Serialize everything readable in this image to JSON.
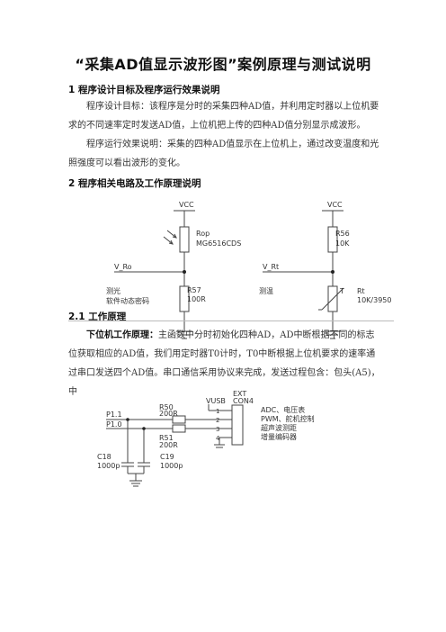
{
  "title": "“采集AD值显示波形图”案例原理与测试说明",
  "section1": {
    "heading": "1 程序设计目标及程序运行效果说明",
    "para1": "程序设计目标：该程序是分时的采集四种AD值，并利用定时器以上位机要求的不同速率定时发送AD值，上位机把上传的四种AD值分别显示成波形。",
    "para2": "程序运行效果说明：采集的四种AD值显示在上位机上，通过改变温度和光照强度可以看出波形的变化。"
  },
  "section2": {
    "heading": "2 程序相关电路及工作原理说明"
  },
  "circuit1": {
    "left": {
      "vcc": "VCC",
      "r1_name": "Rop",
      "r1_value": "MG6516CDS",
      "net": "V_Ro",
      "r2_name": "R57",
      "r2_value": "100R",
      "note1": "测光",
      "note2": "软件动态密码"
    },
    "right": {
      "vcc": "VCC",
      "r1_name": "R56",
      "r1_value": "10K",
      "net": "V_Rt",
      "note": "测温",
      "rt_name": "Rt",
      "rt_value": "10K/3950",
      "rt_symbol": "T"
    }
  },
  "circuit2": {
    "net1": "P1.1",
    "net2": "P1.0",
    "r50_name": "R50",
    "r50_value": "200R",
    "r51_name": "R51",
    "r51_value": "200R",
    "c18_name": "C18",
    "c18_value": "1000p",
    "c19_name": "C19",
    "c19_value": "1000p",
    "vusb": "VUSB",
    "ext": "EXT",
    "con": "CON4",
    "pins": [
      "1",
      "2",
      "3",
      "4"
    ],
    "notes": [
      "ADC、电压表",
      "PWM、舵机控制",
      "超声波测距",
      "增量编码器"
    ]
  },
  "section21": {
    "heading": "2.1 工作原理",
    "lead": "下位机工作原理：",
    "text": "主函数中分时初始化四种AD，AD中断根据不同的标志位获取相应的AD值，我们用定时器T0计时，T0中断根据上位机要求的速率通过串口发送四个AD值。串口通信采用协议来完成，发送过程包含：包头(A5)，中"
  }
}
